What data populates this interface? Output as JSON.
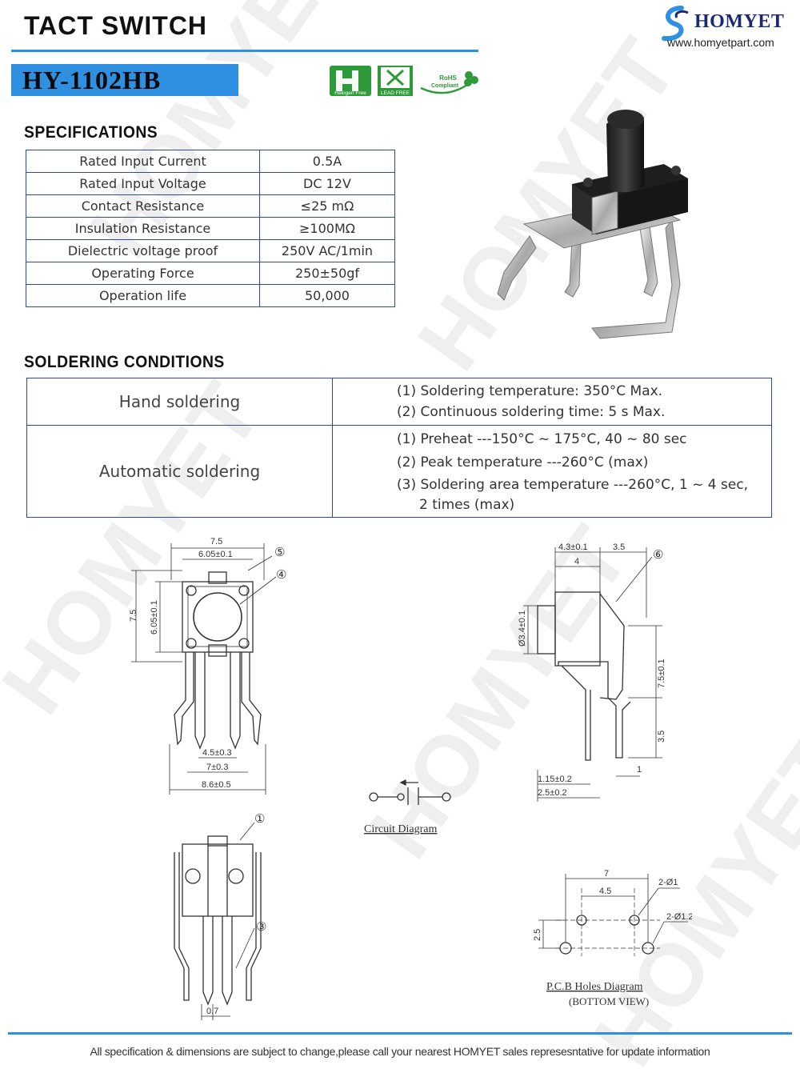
{
  "header": {
    "title": "TACT  SWITCH",
    "model": "HY-1102HB",
    "brand": "HOMYET",
    "website": "www.homyetpart.com",
    "cert_logos": [
      {
        "icon": "halogen-free-icon",
        "label": "Halogen Free"
      },
      {
        "icon": "lead-free-icon",
        "label": "LEAD FREE"
      },
      {
        "icon": "rohs-compliant-icon",
        "label": "RoHS",
        "sublabel": "Compliant"
      }
    ],
    "brand_color": "#1b2a70",
    "accent_color": "#2f8fe0"
  },
  "specifications": {
    "heading": "SPECIFICATIONS",
    "rows": [
      {
        "label": "Rated Input Current",
        "value": "0.5A"
      },
      {
        "label": "Rated Input Voltage",
        "value": "DC 12V"
      },
      {
        "label": "Contact Resistance",
        "value": "≤25 mΩ"
      },
      {
        "label": "Insulation Resistance",
        "value": "≥100MΩ"
      },
      {
        "label": "Dielectric voltage proof",
        "value": "250V AC/1min"
      },
      {
        "label": "Operating Force",
        "value": "250±50gf"
      },
      {
        "label": "Operation life",
        "value": "50,000"
      }
    ]
  },
  "soldering": {
    "heading": "SOLDERING  CONDITIONS",
    "hand": {
      "label": "Hand soldering",
      "lines": [
        "(1) Soldering temperature: 350°C Max.",
        "(2) Continuous soldering time: 5 s Max."
      ]
    },
    "automatic": {
      "label": "Automatic soldering",
      "lines": [
        "(1) Preheat ---150°C ~ 175°C, 40 ~ 80 sec",
        "(2) Peak temperature ---260°C (max)",
        "(3) Soldering area temperature ---260°C, 1 ~ 4 sec,"
      ],
      "continuation": "2 times (max)"
    }
  },
  "drawings": {
    "front": {
      "dims": [
        "7.5",
        "6.05±0.1",
        "7.5",
        "6.05±0.1",
        "4.5±0.3",
        "7±0.3",
        "8.6±0.5"
      ],
      "callouts": [
        "⑤",
        "④"
      ]
    },
    "side": {
      "dims": [
        "4.3±0.1",
        "3.5",
        "4",
        "Ø3.4±0.1",
        "7.5±0.1",
        "3.5",
        "1",
        "1.15±0.2",
        "2.5±0.2"
      ],
      "callouts": [
        "⑥"
      ]
    },
    "circuit": {
      "caption": "Circuit Diagram"
    },
    "rear": {
      "dims": [
        "0.7"
      ],
      "callouts": [
        "①",
        "③"
      ]
    },
    "pcb": {
      "dims": [
        "7",
        "4.5",
        "2-Ø1",
        "2-Ø1.2",
        "2.5"
      ],
      "caption": "P.C.B Holes Diagram",
      "subcaption": "(BOTTOM VIEW)"
    }
  },
  "footer": {
    "note": "All specification & dimensions are subject to change,please call your nearest HOMYET sales represesntative for update information"
  }
}
